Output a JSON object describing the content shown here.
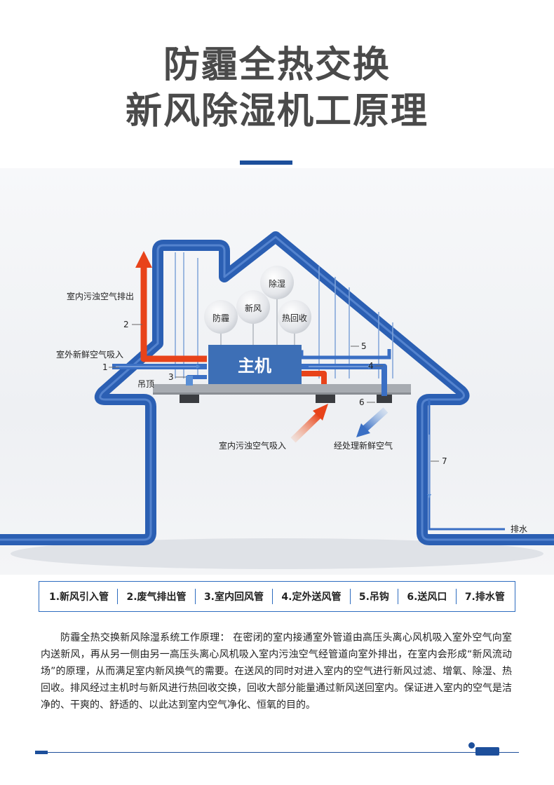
{
  "title": {
    "line1": "防霾全热交换",
    "line2": "新风除湿机工原理"
  },
  "diagram": {
    "main_unit_label": "主机",
    "bubbles": [
      "防霾",
      "新风",
      "除湿",
      "热回收"
    ],
    "ceiling_label": "吊顶",
    "labels": {
      "exhaust_out": "室内污浊空气排出",
      "fresh_in": "室外新鲜空气吸入",
      "indoor_return": "室内污浊空气吸入",
      "treated_supply": "经处理新鲜空气",
      "drain": "排水"
    },
    "numbers": [
      "1",
      "2",
      "3",
      "4",
      "5",
      "6",
      "7"
    ],
    "colors": {
      "house": "#2b5fb3",
      "exhaust": "#e8431a",
      "fresh": "#3a6fc4",
      "unit": "#3d6fb6"
    }
  },
  "legend": [
    "1.新风引入管",
    "2.废气排出管",
    "3.室内回风管",
    "4.定外送风管",
    "5.吊钩",
    "6.送风口",
    "7.排水管"
  ],
  "description": "防霾全热交换新风除湿系统工作原理： 在密闭的室内接通室外管道由高压头离心风机吸入室外空气向室内送新风，再从另一侧由另一高压头离心风机吸入室内污浊空气经管道向室外排出，在室内会形成“新风流动场”的原理，从而满足室内新风换气的需要。在送风的同时对进入室内的空气进行新风过滤、增氧、除湿、热回收。排风经过主机时与新风进行热回收交换，回收大部分能量通过新风送回室内。保证进入室内的空气是洁净的、干爽的、舒适的、以此达到室内空气净化、恒氧的目的。"
}
